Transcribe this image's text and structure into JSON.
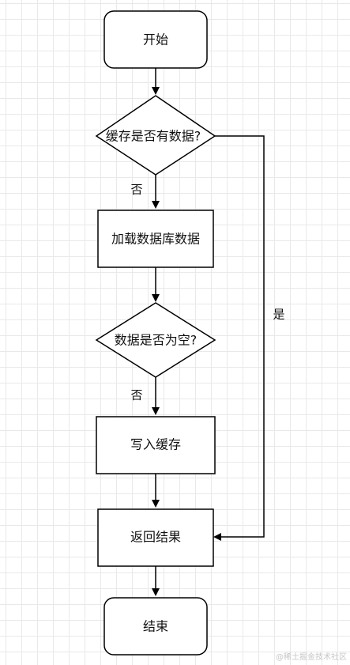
{
  "nodes": {
    "start": "开始",
    "cache_check": "缓存是否有数据?",
    "load_db": "加载数据库数据",
    "data_empty": "数据是否为空?",
    "write_cache": "写入缓存",
    "return_result": "返回结果",
    "end": "结束"
  },
  "edges": {
    "cache_no": "否",
    "cache_yes": "是",
    "empty_no": "否"
  },
  "watermark": "@稀土掘金技术社区"
}
